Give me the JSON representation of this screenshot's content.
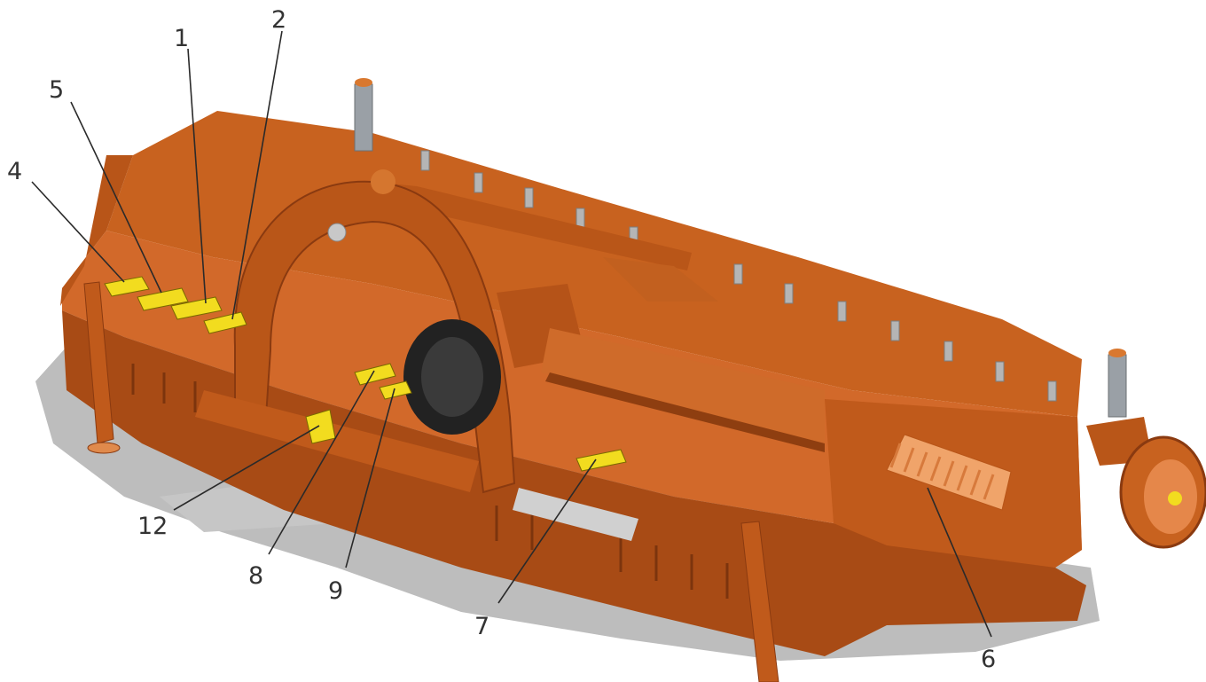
{
  "colors": {
    "body": "#c8621f",
    "body_light": "#de7a33",
    "body_dark": "#9e4513",
    "body_deep": "#7c340d",
    "shadow": "#bdbdbd",
    "steel": "#9aa0a6",
    "decal": "#f2dc1f",
    "label": "#333333",
    "leader": "#2a2a2a"
  },
  "callouts": [
    {
      "id": "1",
      "label": "1"
    },
    {
      "id": "2",
      "label": "2"
    },
    {
      "id": "4",
      "label": "4"
    },
    {
      "id": "5",
      "label": "5"
    },
    {
      "id": "6",
      "label": "6"
    },
    {
      "id": "7",
      "label": "7"
    },
    {
      "id": "8",
      "label": "8"
    },
    {
      "id": "9",
      "label": "9"
    },
    {
      "id": "12",
      "label": "12"
    }
  ]
}
